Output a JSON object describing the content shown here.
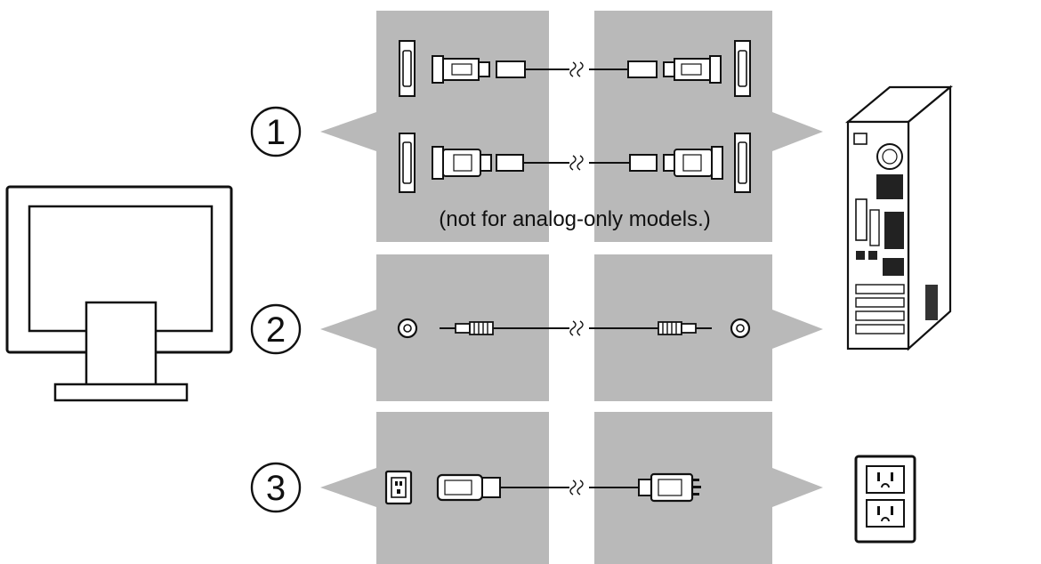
{
  "steps": [
    {
      "number": "1",
      "connections": [
        "vga-cable",
        "dvi-cable"
      ],
      "note": "(not for analog-only models.)"
    },
    {
      "number": "2",
      "connections": [
        "audio-cable"
      ]
    },
    {
      "number": "3",
      "connections": [
        "power-cord"
      ]
    }
  ],
  "devices": {
    "left": "monitor-icon",
    "right_top": "computer-tower-icon",
    "right_bottom": "wall-outlet-icon"
  },
  "colors": {
    "panel": "#b9b9b9",
    "line": "#111111",
    "background": "#ffffff"
  }
}
